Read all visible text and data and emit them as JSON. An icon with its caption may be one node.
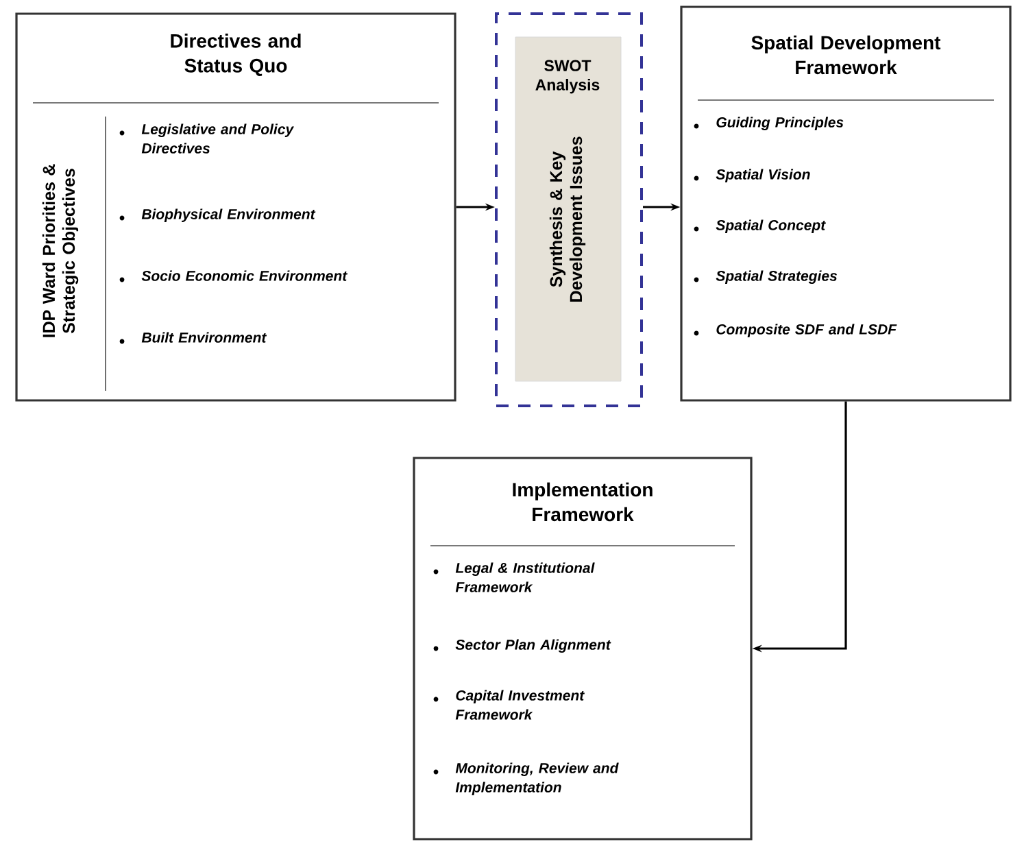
{
  "diagram": {
    "nodes": [
      {
        "text": [
          "Directives and Status Quo",
          "IDP Ward Priorities & Strategic Objectives",
          "Legislative and Policy Directives",
          "Biophysical Environment",
          "Socio Economic Environment",
          "Built Environment"
        ]
      },
      {
        "text": [],
        "shape": "box"
      },
      {
        "text": [
          "SWOT Analysis",
          "Synthesis & Key Development Issues"
        ],
        "in": 1
      },
      {
        "text": [
          "Spatial Development Framework",
          "Guiding Principles",
          "Spatial Vision",
          "Spatial Concept",
          "Spatial Strategies",
          "Composite SDF and LSDF"
        ]
      },
      {
        "text": [
          "Implementation Framework",
          "Legal & Institutional Framework",
          "Sector Plan Alignment",
          "Capital Investment Framework",
          "Monitoring, Review and Implementation"
        ]
      }
    ],
    "edges": [
      {
        "from": 0,
        "to": 1,
        "arrow": "to"
      },
      {
        "from": 1,
        "to": 3,
        "arrow": "to"
      },
      {
        "from": 3,
        "to": 4,
        "arrow": "to"
      }
    ]
  }
}
